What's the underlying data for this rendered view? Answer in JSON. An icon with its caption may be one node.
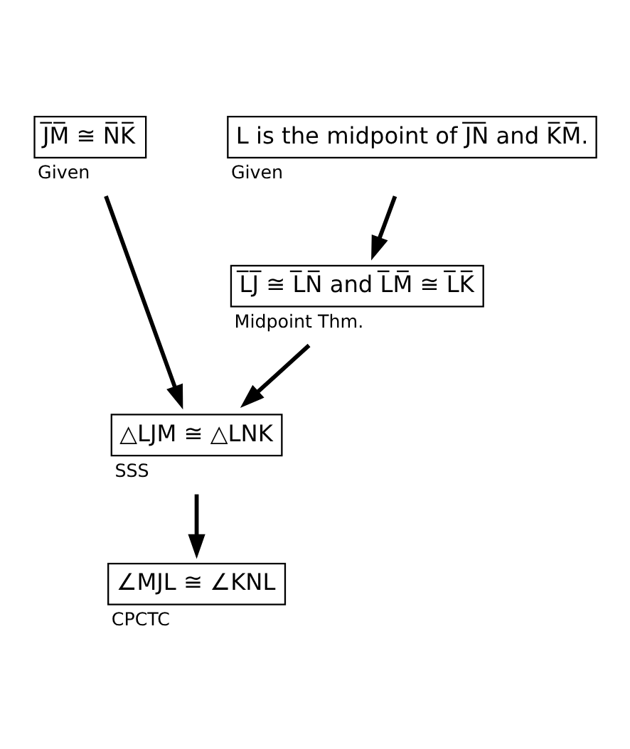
{
  "diagram": {
    "nodes": [
      {
        "text": [
          "J̅M̅ ≅ N̅K̅"
        ],
        "beside": [
          "Given"
        ]
      },
      {
        "text": [
          "L is the midpoint of J̅N̅ and K̅M̅."
        ],
        "beside": [
          "Given"
        ]
      },
      {
        "text": [
          "L̅J̅ ≅ L̅N̅ and L̅M̅ ≅ L̅K̅"
        ],
        "beside": [
          "Midpoint Thm."
        ]
      },
      {
        "text": [
          "△LJM ≅ △LNK"
        ],
        "beside": [
          "SSS"
        ]
      },
      {
        "text": [
          "∠MJL ≅ ∠KNL"
        ],
        "beside": [
          "CPCTC"
        ]
      }
    ],
    "edges": [
      {
        "from": 1,
        "to": 2,
        "arrow": "to"
      },
      {
        "from": 0,
        "to": 3,
        "arrow": "to"
      },
      {
        "from": 2,
        "to": 3,
        "arrow": "to"
      },
      {
        "from": 3,
        "to": 4,
        "arrow": "to"
      }
    ]
  }
}
